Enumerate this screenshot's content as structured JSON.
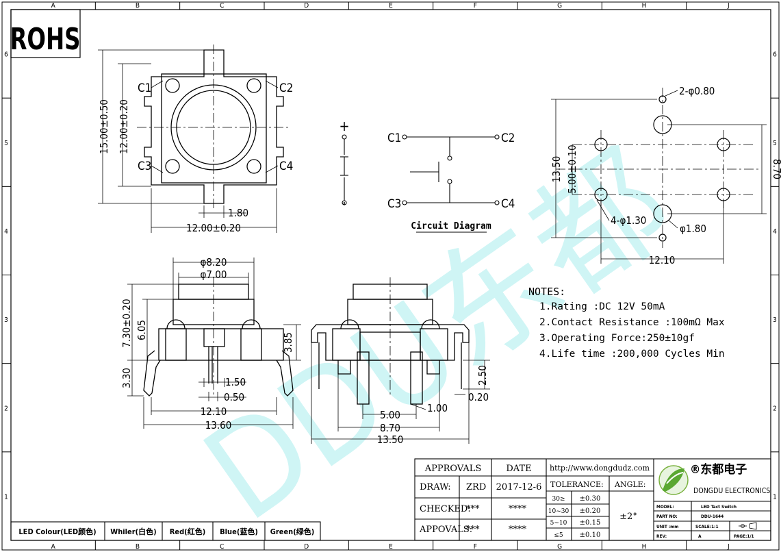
{
  "border": {
    "columns": [
      "A",
      "B",
      "C",
      "D",
      "E",
      "F",
      "G",
      "H",
      "J"
    ],
    "rows": [
      "6",
      "5",
      "4",
      "3",
      "2",
      "1"
    ]
  },
  "rohs": "ROHS",
  "watermark": "DDU东都",
  "top_view": {
    "dim_height_outer": "15.00±0.50",
    "dim_height_inner": "12.00±0.20",
    "dim_width": "12.00±0.20",
    "dim_pin": "1.80",
    "labels": [
      "C1",
      "C2",
      "C3",
      "C4"
    ]
  },
  "led_symbol": {
    "plus": "+",
    "minus": "-"
  },
  "circuit": {
    "title": "Circuit Diagram",
    "labels": [
      "C1",
      "C2",
      "C3",
      "C4"
    ]
  },
  "pcb": {
    "d1": "2-φ0.80",
    "d2": "4-φ1.30",
    "d3": "φ1.80",
    "h1": "13.50",
    "h2": "5.00±0.10",
    "h3": "8.70",
    "w1": "12.10"
  },
  "side_view": {
    "d_outer": "φ8.20",
    "d_inner": "φ7.00",
    "h_total": "7.30±0.20",
    "h_body": "6.05",
    "h_pin": "3.30",
    "h_right": "3.85",
    "pin_w1": "1.50",
    "pin_w2": "0.50",
    "w1": "12.10",
    "w2": "13.60"
  },
  "front_view": {
    "h": "2.50",
    "t": "0.20",
    "w1": "5.00",
    "w2": "1.00",
    "w3": "8.70",
    "w4": "13.50"
  },
  "notes": {
    "title": "NOTES:",
    "items": [
      "1.Rating :DC 12V 50mA",
      "2.Contact Resistance :100mΩ Max",
      "3.Operating Force:250±10gf",
      "4.Life time :200,000 Cycles Min"
    ]
  },
  "led_colour": {
    "label": "LED Colour(LED颜色)",
    "options": [
      "Whiler(白色)",
      "Red(红色)",
      "Blue(蓝色)",
      "Green(绿色)"
    ]
  },
  "title_block": {
    "approvals": "APPROVALS",
    "date": "DATE",
    "rows": [
      {
        "label": "DRAW:",
        "name": "ZRD",
        "date": "2017-12-6"
      },
      {
        "label": "CHECKED:",
        "name": "***",
        "date": "****"
      },
      {
        "label": "APPOVALS:",
        "name": "***",
        "date": "****"
      }
    ],
    "url": "http://www.dongdudz.com",
    "tolerance": "TOLERANCE:",
    "angle": "ANGLE:",
    "angle_value": "±2°",
    "tol_rows": [
      {
        "range": "30≥",
        "value": "±0.30"
      },
      {
        "range": "10~30",
        "value": "±0.20"
      },
      {
        "range": "5~10",
        "value": "±0.15"
      },
      {
        "range": "≤5",
        "value": "±0.10"
      }
    ],
    "company_cn": "®东都电子",
    "company_en": "DONGDU ELECTRONICS",
    "model_label": "MODEL:",
    "model_value": "LED Tact Switch",
    "part_label": "PART NO:",
    "part_value": "DDU-1644",
    "unit_label": "UNIT :mm",
    "scale": "SCALE:1:1",
    "rev_label": "REV:",
    "rev_value": "A",
    "page": "PAGE:1/1"
  }
}
